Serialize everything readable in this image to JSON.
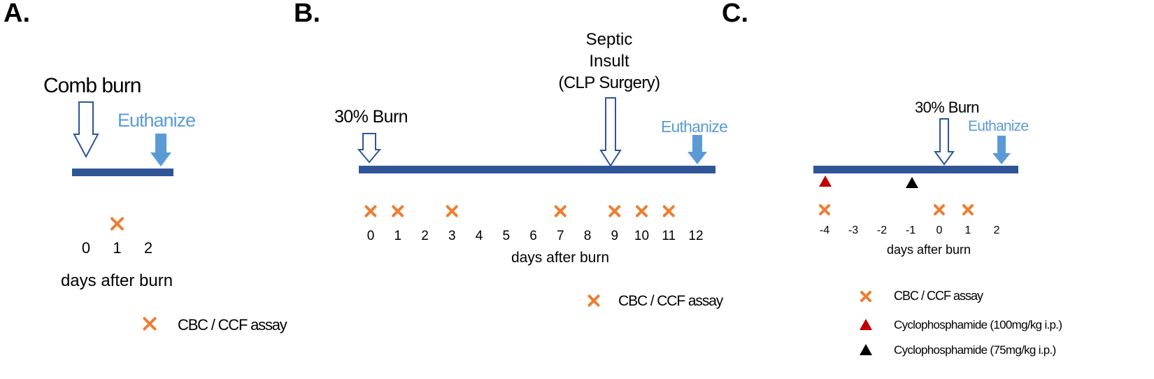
{
  "panels": [
    {
      "letter": "A.",
      "start_label": "Comb burn",
      "end_label": "Euthanize",
      "days": [
        "0",
        "1",
        "2"
      ],
      "assay_days": [
        1
      ],
      "axis_label": "days after burn",
      "legend": [
        {
          "symbol": "x-mark",
          "label": "CBC / CCF assay"
        }
      ]
    },
    {
      "letter": "B.",
      "start_label": "30% Burn",
      "mid_label": [
        "Septic",
        "Insult",
        "(CLP Surgery)"
      ],
      "end_label": "Euthanize",
      "days": [
        "0",
        "1",
        "2",
        "3",
        "4",
        "5",
        "6",
        "7",
        "8",
        "9",
        "10",
        "11",
        "12"
      ],
      "assay_days": [
        0,
        1,
        3,
        7,
        9,
        10,
        11
      ],
      "axis_label": "days after burn",
      "legend": [
        {
          "symbol": "x-mark",
          "label": "CBC / CCF assay"
        }
      ]
    },
    {
      "letter": "C.",
      "start_label": "30% Burn",
      "end_label": "Euthanize",
      "days": [
        "-4",
        "-3",
        "-2",
        "-1",
        "0",
        "1",
        "2"
      ],
      "assay_days": [
        -4,
        0,
        1
      ],
      "cyclophosphamide_100_day": -4,
      "cyclophosphamide_75_day": -1,
      "axis_label": "days after burn",
      "legend": [
        {
          "symbol": "x-mark",
          "label": "CBC / CCF assay"
        },
        {
          "symbol": "red-triangle",
          "label": "Cyclophosphamide (100mg/kg i.p.)"
        },
        {
          "symbol": "black-triangle",
          "label": "Cyclophosphamide (75mg/kg i.p.)"
        }
      ]
    }
  ],
  "colors": {
    "bar": "#2f5597",
    "euthanize": "#5b9bd5",
    "assay_mark": "#ed7d31",
    "cyclo_100": "#c00000",
    "cyclo_75": "#000000"
  }
}
